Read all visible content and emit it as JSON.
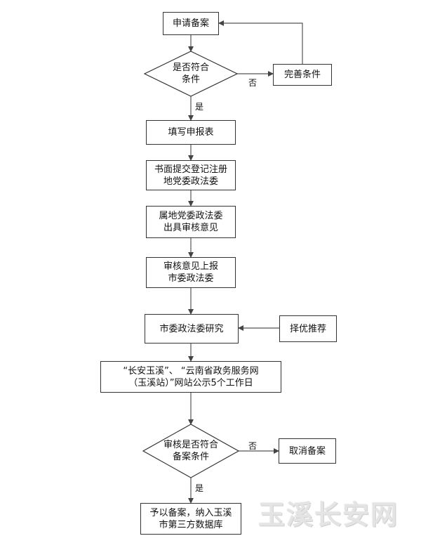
{
  "flowchart": {
    "nodes": {
      "apply": "申请备案",
      "check1": "是否符合\n条件",
      "improve": "完善条件",
      "fill_form": "填写申报表",
      "submit": "书面提交登记注册\n地党委政法委",
      "local_opinion": "属地党委政法委\n出具审核意见",
      "report": "审核意见上报\n市委政法委",
      "study": "市委政法委研究",
      "recommend": "择优推荐",
      "publicize": "“长安玉溪”、 “云南省政务服务网\n（玉溪站）”网站公示5个工作日",
      "check2": "审核是否符合\n备案条件",
      "cancel": "取消备案",
      "record": "予以备案，纳入玉溪\n市第三方数据库"
    },
    "edge_labels": {
      "yes1": "是",
      "no1": "否",
      "yes2": "是",
      "no2": "否"
    }
  },
  "watermark": "玉溪长安网"
}
